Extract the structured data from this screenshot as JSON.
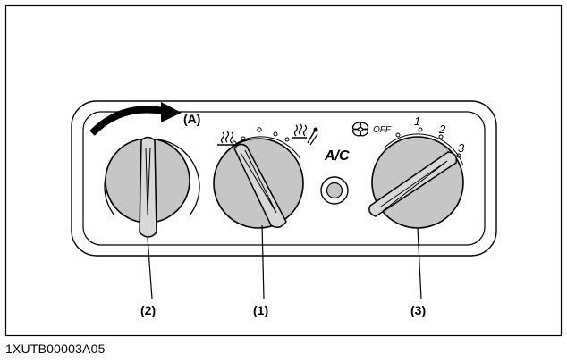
{
  "diagram": {
    "labels": {
      "knob_left": "(2)",
      "knob_middle": "(1)",
      "knob_right": "(3)",
      "arrow": "(A)",
      "ac_button": "A/C",
      "fan_off": "OFF",
      "fan_1": "1",
      "fan_2": "2",
      "fan_3": "3"
    },
    "figure_code": "1XUTB00003A05",
    "icons": {
      "arrow": "curved-arrow-icon",
      "cold_mode": "defrost-heat-icon",
      "hot_mode": "heat-foot-icon",
      "fan": "fan-icon"
    },
    "colors": {
      "knob_fill": "#c6c6c6",
      "line": "#000000",
      "background": "#ffffff"
    }
  }
}
